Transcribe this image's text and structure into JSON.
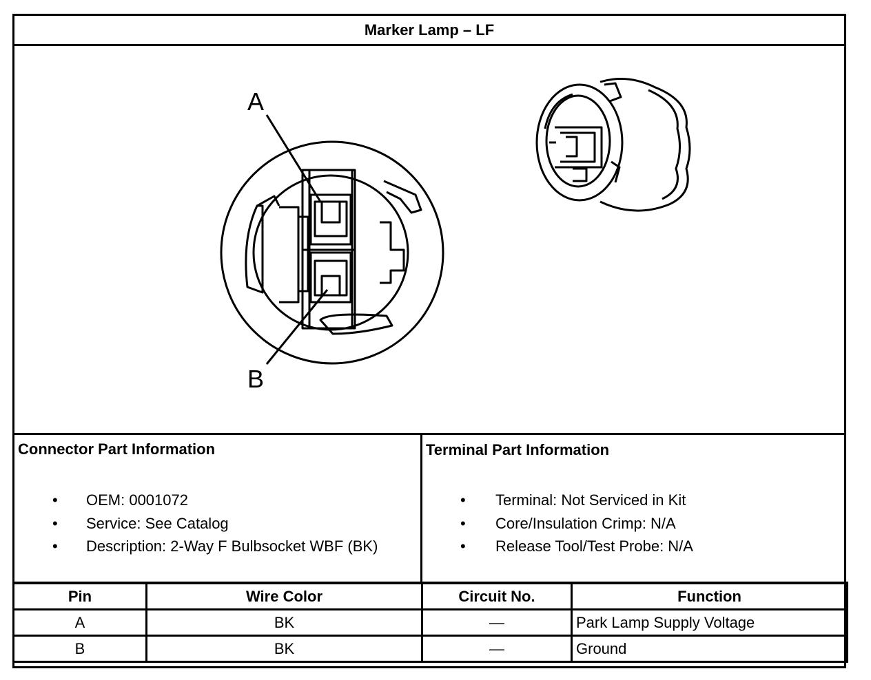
{
  "title": "Marker Lamp – LF",
  "diagram": {
    "callouts": [
      {
        "label": "A"
      },
      {
        "label": "B"
      }
    ]
  },
  "connector_info": {
    "heading": "Connector Part Information",
    "items": [
      "OEM: 0001072",
      "Service: See Catalog",
      "Description: 2-Way F Bulbsocket WBF (BK)"
    ]
  },
  "terminal_info": {
    "heading": "Terminal Part Information",
    "items": [
      "Terminal: Not Serviced in Kit",
      "Core/Insulation Crimp: N/A",
      "Release Tool/Test Probe: N/A"
    ]
  },
  "pin_table": {
    "headers": [
      "Pin",
      "Wire Color",
      "Circuit No.",
      "Function"
    ],
    "rows": [
      [
        "A",
        "BK",
        "—",
        "Park Lamp Supply Voltage"
      ],
      [
        "B",
        "BK",
        "—",
        "Ground"
      ]
    ]
  }
}
